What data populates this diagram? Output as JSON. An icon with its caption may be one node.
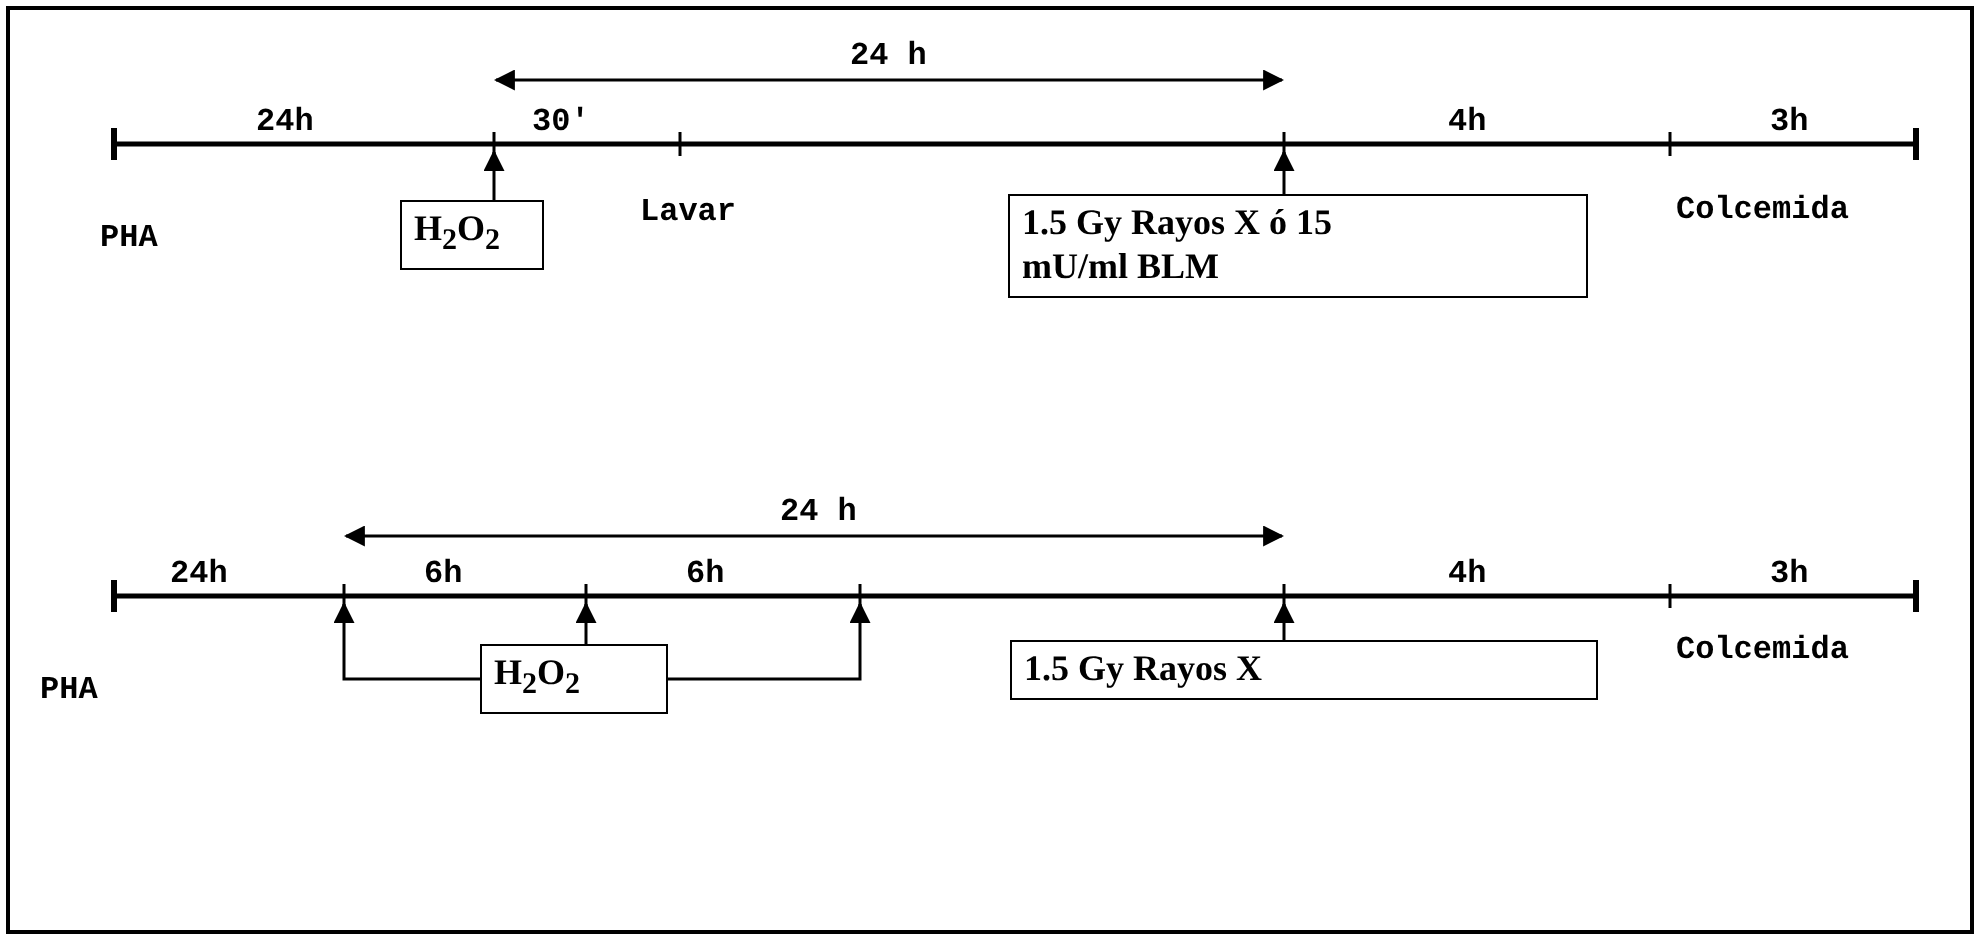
{
  "diagram": {
    "nodes": [
      {
        "text": [
          "H$_{2}$O$_{2}$"
        ]
      },
      {
        "text": [
          "1.5 Gy Rayos X ó 15 mU/ml BLM"
        ]
      },
      {
        "text": [
          "H$_{2}$O$_{2}$"
        ]
      },
      {
        "text": [
          "1.5 Gy Rayos X"
        ]
      }
    ],
    "edges": [
      {
        "from": 0,
        "to": null,
        "arrow": "to"
      },
      {
        "from": 1,
        "to": null,
        "arrow": "to"
      },
      {
        "from": 2,
        "to": null,
        "arrow": "to"
      },
      {
        "from": 2,
        "to": null,
        "arrow": "to"
      },
      {
        "from": 2,
        "to": null,
        "arrow": "to"
      },
      {
        "from": 3,
        "to": null,
        "arrow": "to"
      }
    ],
    "labels": [
      "24 h",
      "24h",
      "30'",
      "4h",
      "3h",
      "PHA",
      "Lavar",
      "Colcemida",
      "24 h",
      "24h",
      "6h",
      "6h",
      "4h",
      "3h",
      "PHA",
      "Colcemida"
    ]
  }
}
